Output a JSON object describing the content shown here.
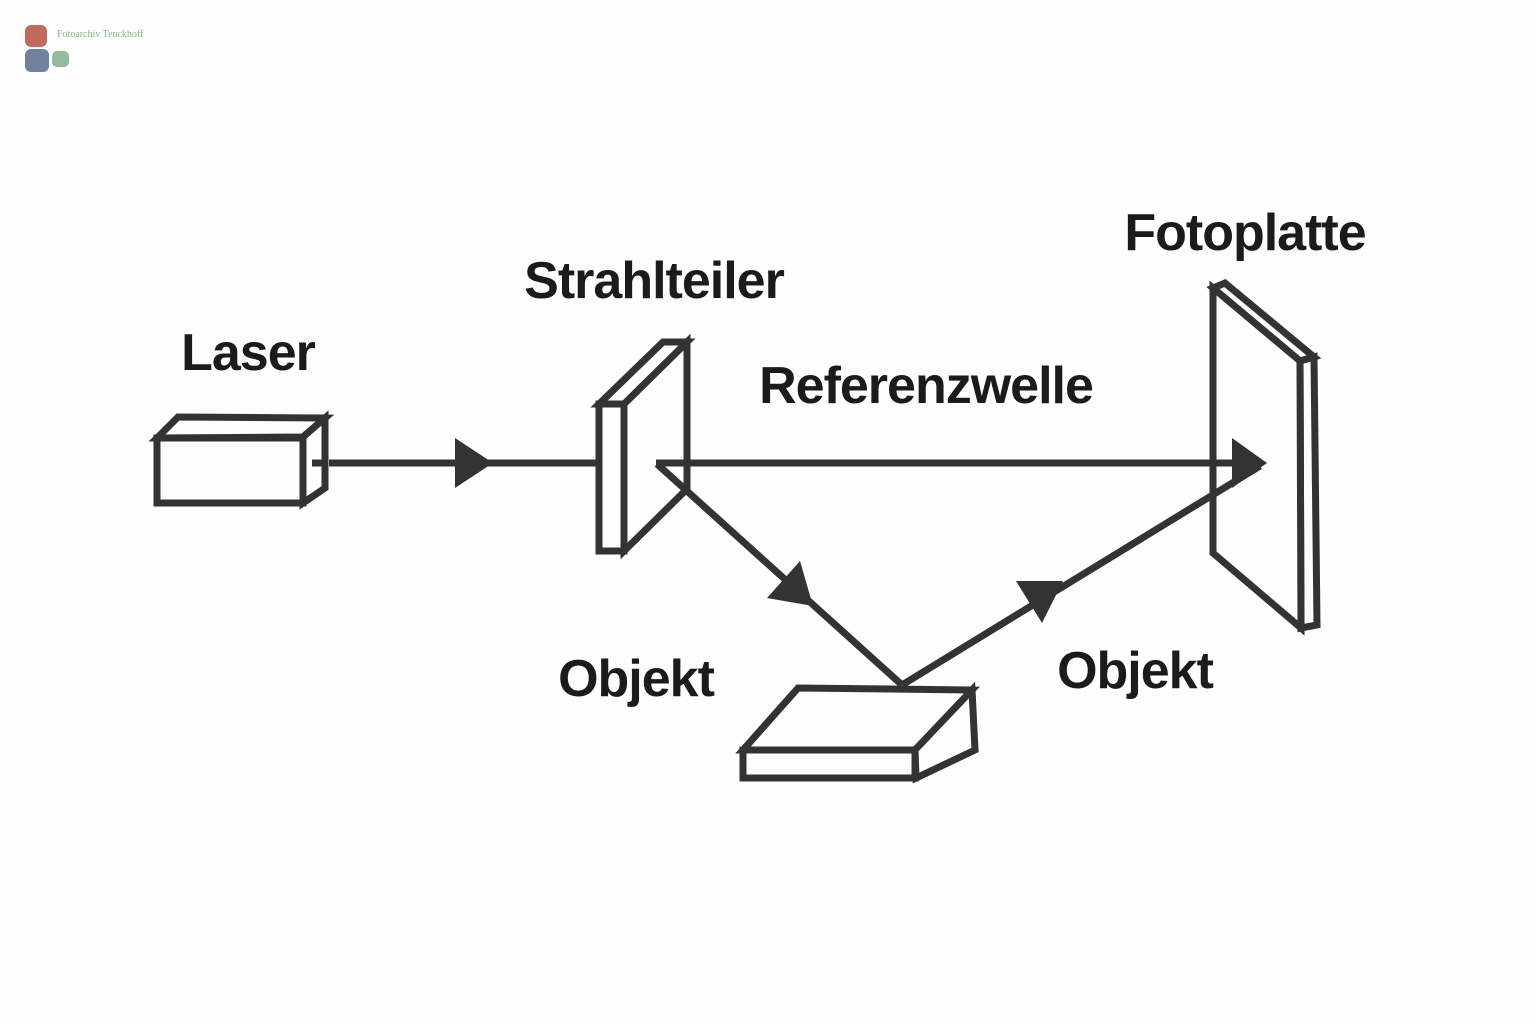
{
  "colors": {
    "background": "#fdfdfd",
    "line": "#333333",
    "text": "#1b1b1b"
  },
  "watermark": {
    "text": "Fotoarchiv Tenckhoff",
    "text_color": "#8ab48c",
    "square_red": "#c06a60",
    "square_blue": "#72809f",
    "square_green": "#95bb9f"
  },
  "diagram": {
    "labels": {
      "laser": "Laser",
      "beam_splitter": "Strahlteiler",
      "reference_wave": "Referenzwelle",
      "photo_plate": "Fotoplatte",
      "object_left": "Objekt",
      "object_right": "Objekt"
    }
  }
}
